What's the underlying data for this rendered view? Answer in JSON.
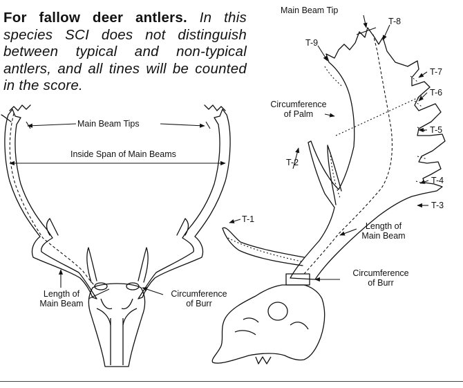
{
  "intro": {
    "bold": "For fallow deer antlers.",
    "italic": "In this species SCI does not distinguish between typical and non-typical antlers, and all tines will be counted in the score."
  },
  "front_view": {
    "main_beam_tips": "Main Beam Tips",
    "inside_span": "Inside Span of Main Beams",
    "length_of_main_beam": [
      "Length of",
      "Main Beam"
    ],
    "circumference_of_burr": [
      "Circumference",
      "of Burr"
    ]
  },
  "side_view": {
    "main_beam_tip": "Main Beam Tip",
    "circumference_of_palm": [
      "Circumference",
      "of Palm"
    ],
    "length_of_main_beam": [
      "Length of",
      "Main Beam"
    ],
    "circumference_of_burr": [
      "Circumference",
      "of Burr"
    ],
    "tines": [
      "T-1",
      "T-2",
      "T-3",
      "T-4",
      "T-5",
      "T-6",
      "T-7",
      "T-8",
      "T-9"
    ]
  },
  "colors": {
    "ink": "#111111",
    "background": "#ffffff"
  }
}
